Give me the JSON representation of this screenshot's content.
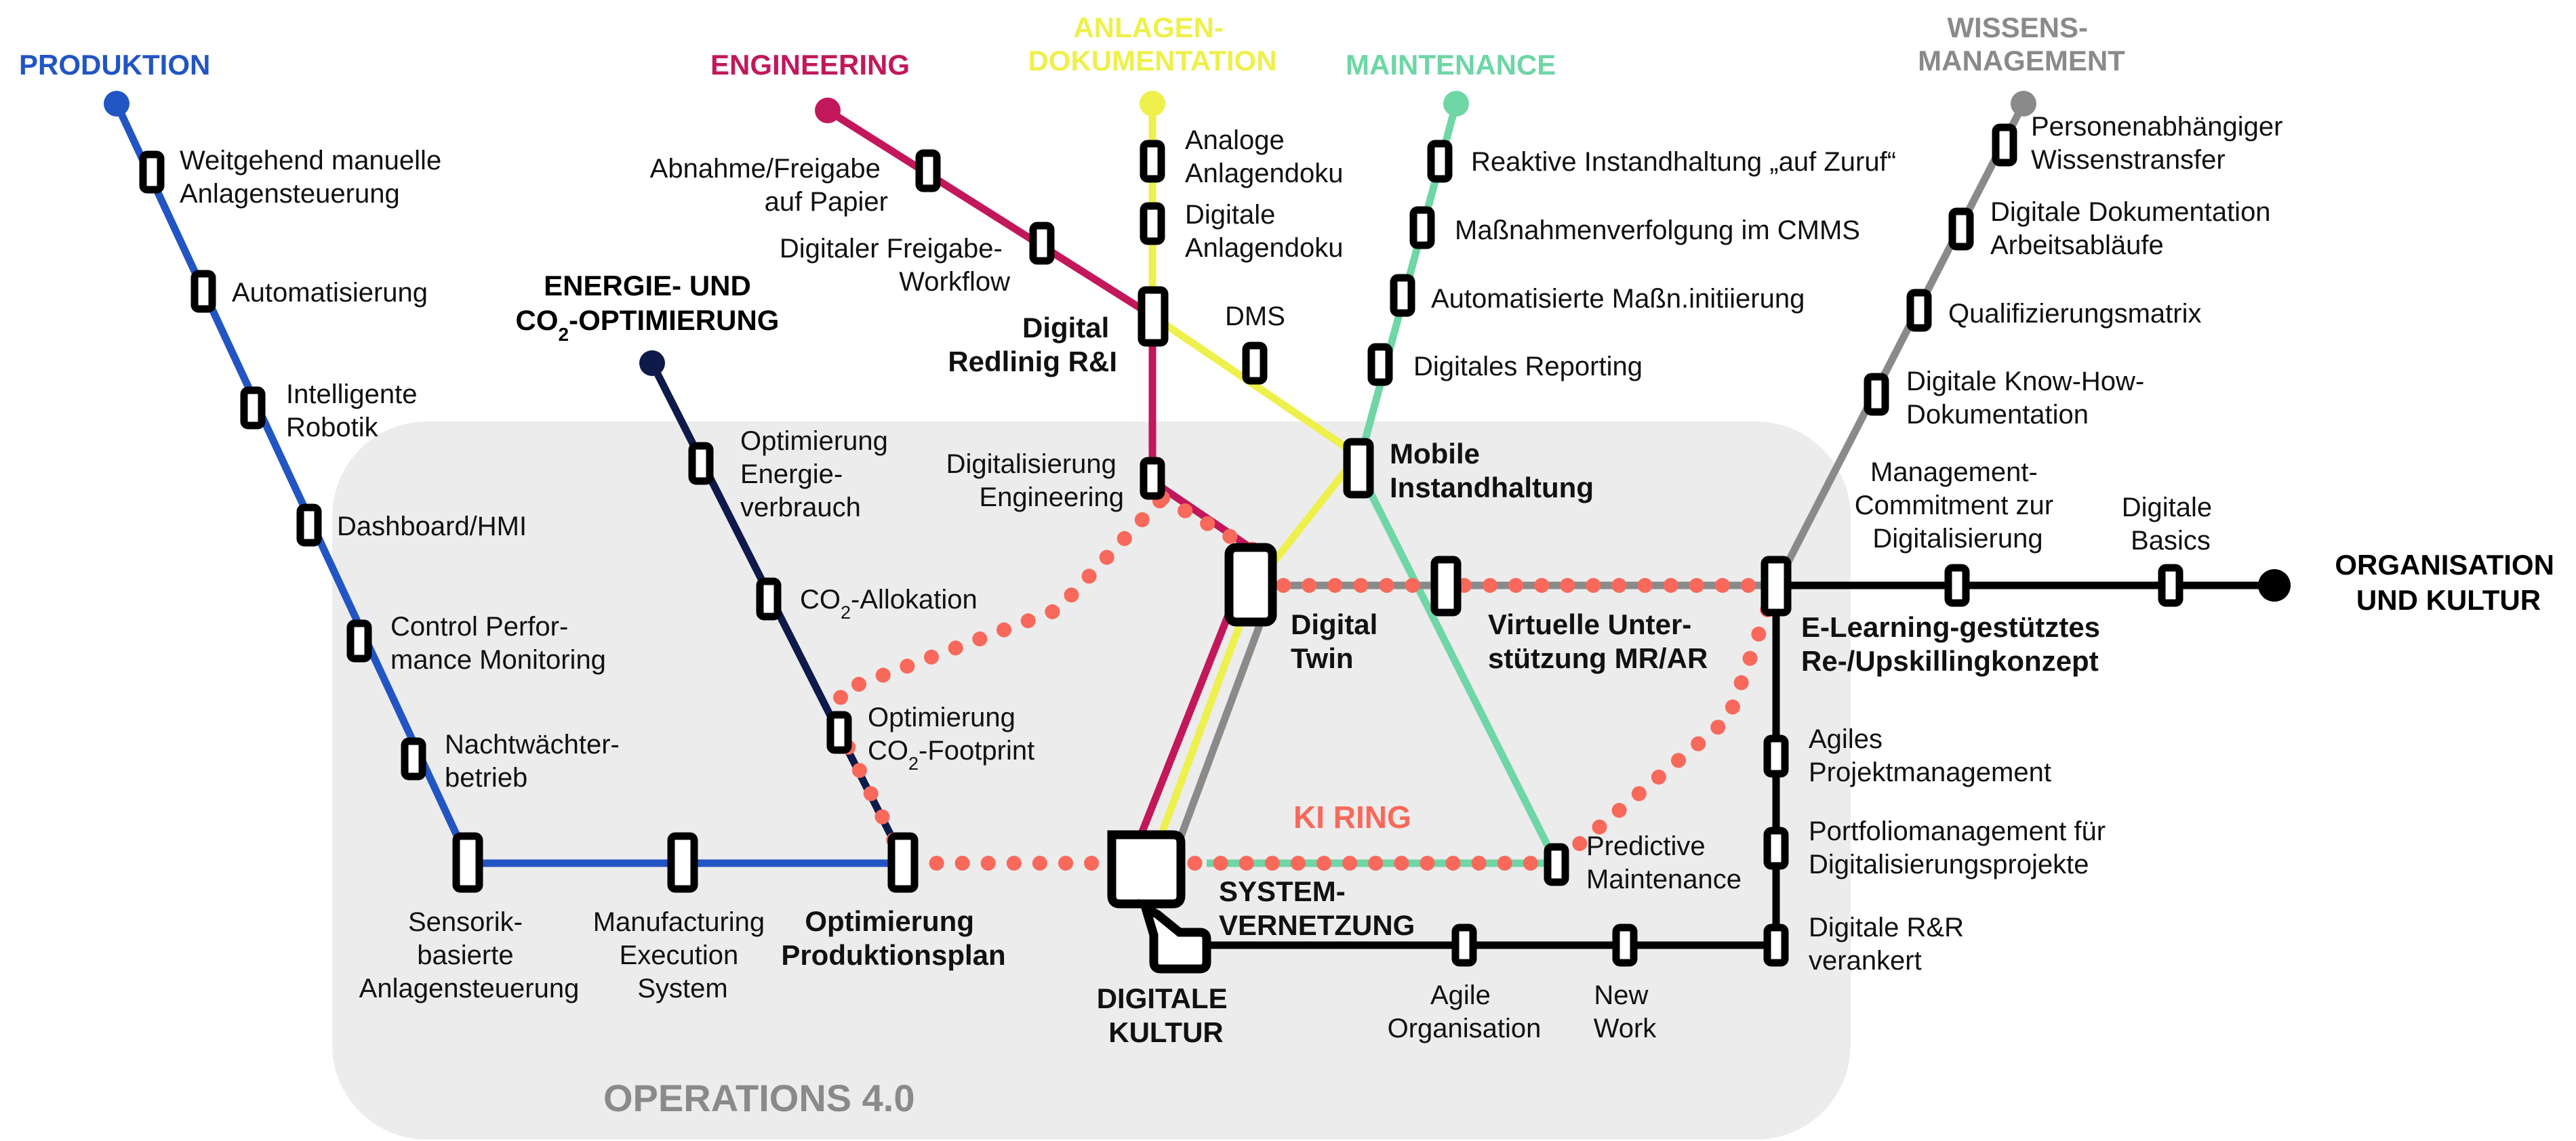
{
  "colors": {
    "produktion": "#2255c4",
    "engineering": "#c2185b",
    "anlagendoku": "#eef04c",
    "maintenance": "#6fd6a6",
    "wissen": "#8a8a8a",
    "energie": "#0d1a4a",
    "kultur": "#000000",
    "ki_ring": "#f8695b",
    "operations_area": "#ececec",
    "operations_label": "#8a8a8a"
  },
  "lines": {
    "produktion": "PRODUKTION",
    "engineering": "ENGINEERING",
    "anlagendoku": [
      "ANLAGEN-",
      "DOKUMENTATION"
    ],
    "maintenance": "MAINTENANCE",
    "wissen": [
      "WISSENS-",
      "MANAGEMENT"
    ],
    "energie": [
      "ENERGIE- UND",
      "CO",
      "2",
      "-OPTIMIERUNG"
    ],
    "organisation": [
      "ORGANISATION",
      "UND KULTUR"
    ]
  },
  "area": {
    "operations": "OPERATIONS 4.0",
    "ki_ring": "KI RING"
  },
  "stations": {
    "produktion": {
      "s1": [
        "Weitgehend manuelle",
        "Anlagensteuerung"
      ],
      "s2": "Automatisierung",
      "s3": [
        "Intelligente",
        "Robotik"
      ],
      "s4": "Dashboard/HMI",
      "s5": [
        "Control Perfor-",
        "mance Monitoring"
      ],
      "s6": [
        "Nachtwächter-",
        "betrieb"
      ],
      "s7": [
        "Sensorik-",
        "basierte",
        "Anlagensteuerung"
      ],
      "s8": [
        "Manufacturing",
        "Execution",
        "System"
      ],
      "s9": [
        "Optimierung",
        "Produktionsplan"
      ]
    },
    "engineering": {
      "s1": [
        "Abnahme/Freigabe",
        "auf Papier"
      ],
      "s2": [
        "Digitaler Freigabe-",
        "Workflow"
      ],
      "s3": [
        "Digital",
        "Redlinig R&I"
      ],
      "s4": [
        "Digitalisierung",
        "Engineering"
      ]
    },
    "anlagendoku": {
      "s1": [
        "Analoge",
        "Anlagendoku"
      ],
      "s2": [
        "Digitale",
        "Anlagendoku"
      ],
      "s3": "DMS"
    },
    "maintenance": {
      "s1": "Reaktive Instandhaltung „auf Zuruf“",
      "s2": "Maßnahmenverfolgung im CMMS",
      "s3": "Automatisierte Maßn.initiierung",
      "s4": "Digitales Reporting",
      "s5": [
        "Mobile",
        "Instandhaltung"
      ],
      "s6": [
        "Predictive",
        "Maintenance"
      ]
    },
    "energie": {
      "s1": [
        "Optimierung",
        "Energie-",
        "verbrauch"
      ],
      "s2": [
        "CO",
        "2",
        "-Allokation"
      ],
      "s3": [
        "Optimierung",
        "CO",
        "2",
        "-Footprint"
      ]
    },
    "wissen": {
      "s1": [
        "Personenabhängiger",
        "Wissenstransfer"
      ],
      "s2": [
        "Digitale Dokumentation",
        "Arbeitsabläufe"
      ],
      "s3": "Qualifizierungsmatrix",
      "s4": [
        "Digitale Know-How-",
        "Dokumentation"
      ]
    },
    "kultur": {
      "s1": [
        "Management-",
        "Commitment zur",
        "Digitalisierung"
      ],
      "s2": [
        "Digitale",
        "Basics"
      ],
      "s3": [
        "E-Learning-gestütztes",
        "Re-/Upskillingkonzept"
      ],
      "s4": [
        "Agiles",
        "Projektmanagement"
      ],
      "s5": [
        "Portfoliomanagement für",
        "Digitalisierungsprojekte"
      ],
      "s6": [
        "Digitale R&R",
        "verankert"
      ],
      "s7": [
        "Agile",
        "Organisation"
      ],
      "s8": [
        "New",
        "Work"
      ]
    },
    "hubs": {
      "twin": [
        "Digital",
        "Twin"
      ],
      "mr": [
        "Virtuelle Unter-",
        "stützung MR/AR"
      ],
      "vernetzung": [
        "SYSTEM-",
        "VERNETZUNG"
      ],
      "kultur": [
        "DIGITALE",
        "KULTUR"
      ]
    }
  }
}
